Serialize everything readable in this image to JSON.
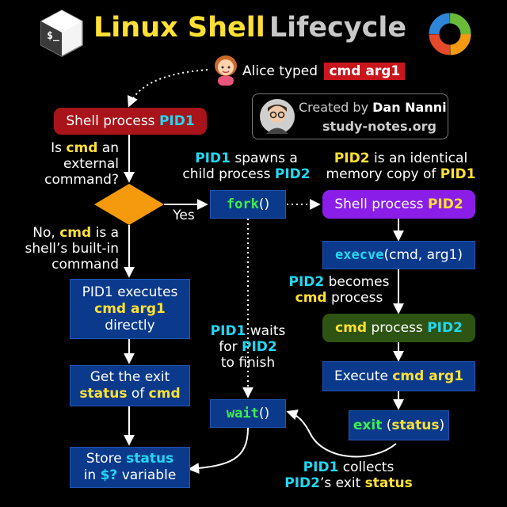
{
  "header": {
    "title_part1": "Linux Shell",
    "title_part2": "Lifecycle",
    "logo_glyph": "$_"
  },
  "top": {
    "alice_text": "Alice typed",
    "command": "cmd arg1"
  },
  "credit": {
    "line1_prefix": "Created by",
    "author": "Dan Nanni",
    "site": "study-notes.org"
  },
  "left": {
    "shell_pid1": {
      "a": "Shell process",
      "b": "PID1"
    },
    "question": {
      "a": "Is",
      "b": "cmd",
      "c": "an",
      "d": "external",
      "e": "command?"
    },
    "no_label": {
      "a": "No,",
      "b": "cmd",
      "c": "is a",
      "d": "shell’s built-in",
      "e": "command"
    },
    "yes_label": "Yes",
    "executes": {
      "a": "PID1 executes",
      "b": "cmd arg1",
      "c": "directly"
    },
    "exit_status": {
      "a": "Get the exit",
      "b": "status",
      "c": "of",
      "d": "cmd"
    },
    "store": {
      "a": "Store",
      "b": "status",
      "c": "in",
      "d": "$?",
      "e": "variable"
    }
  },
  "middle": {
    "spawn": {
      "a": "PID1",
      "b": "spawns a",
      "c": "child process",
      "d": "PID2"
    },
    "fork": {
      "a": "fork",
      "b": "()"
    },
    "waits": {
      "a": "PID1",
      "b": "waits",
      "c": "for",
      "d": "PID2",
      "e": "to finish"
    },
    "wait": {
      "a": "wait",
      "b": "()"
    }
  },
  "right": {
    "identical": {
      "a": "PID2",
      "b": "is an identical",
      "c": "memory copy of",
      "d": "PID1"
    },
    "shell_pid2": {
      "a": "Shell process",
      "b": "PID2"
    },
    "execve": {
      "a": "execve",
      "b": "(",
      "c": "cmd",
      "d": ",",
      "e": "arg1",
      "f": ")"
    },
    "becomes": {
      "a": "PID2",
      "b": "becomes",
      "c": "cmd",
      "d": "process"
    },
    "cmd_process": {
      "a": "cmd",
      "b": "process",
      "c": "PID2"
    },
    "execute": {
      "a": "Execute",
      "b": "cmd arg1"
    },
    "exit": {
      "a": "exit",
      "b": "(",
      "c": "status",
      "d": ")"
    },
    "collects": {
      "a": "PID1",
      "b": "collects",
      "c": "PID2",
      "d": "’s exit",
      "e": "status"
    }
  },
  "colors": {
    "yellow": "#ffe033",
    "cyan": "#22d7f2",
    "green": "#3cf04a",
    "blue_box": "#0b3a8c",
    "red_box": "#a8141a",
    "purple_box": "#8a1ee8",
    "green_box": "#2e5413",
    "diamond": "#f59a0c"
  }
}
